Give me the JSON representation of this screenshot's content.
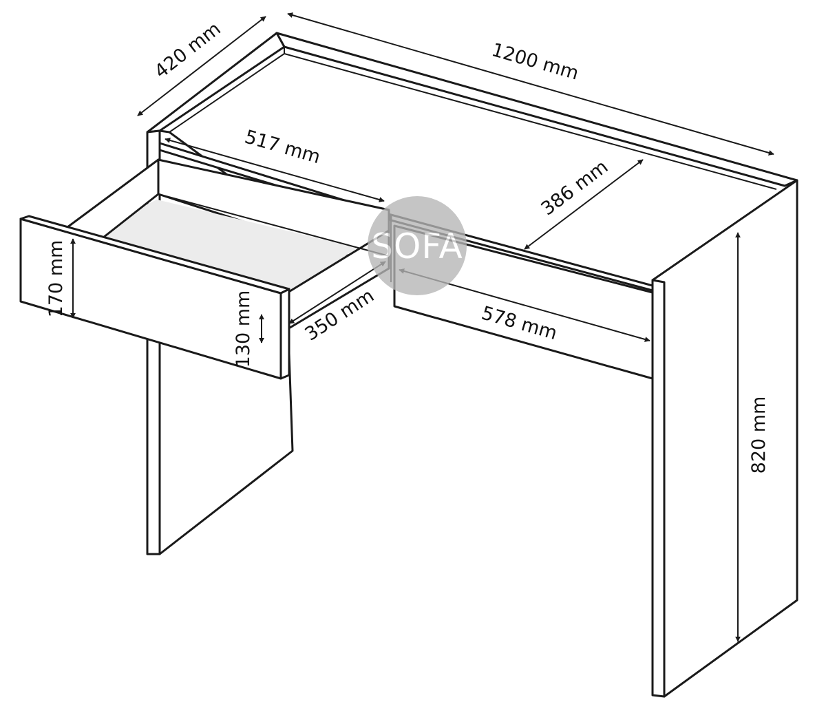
{
  "dimensions": {
    "depth": "420 mm",
    "width": "1200 mm",
    "drawer_inner_width": "517 mm",
    "top_depth": "386 mm",
    "drawer_front_height": "170 mm",
    "drawer_inner_height": "130 mm",
    "drawer_depth": "350 mm",
    "right_section_width": "578 mm",
    "height": "820 mm"
  },
  "watermark": {
    "text": "SOFA"
  },
  "colors": {
    "line": "#1a1a1a",
    "background": "#ffffff",
    "drawer_floor": "#ececec",
    "watermark": "#b5b5b5"
  }
}
